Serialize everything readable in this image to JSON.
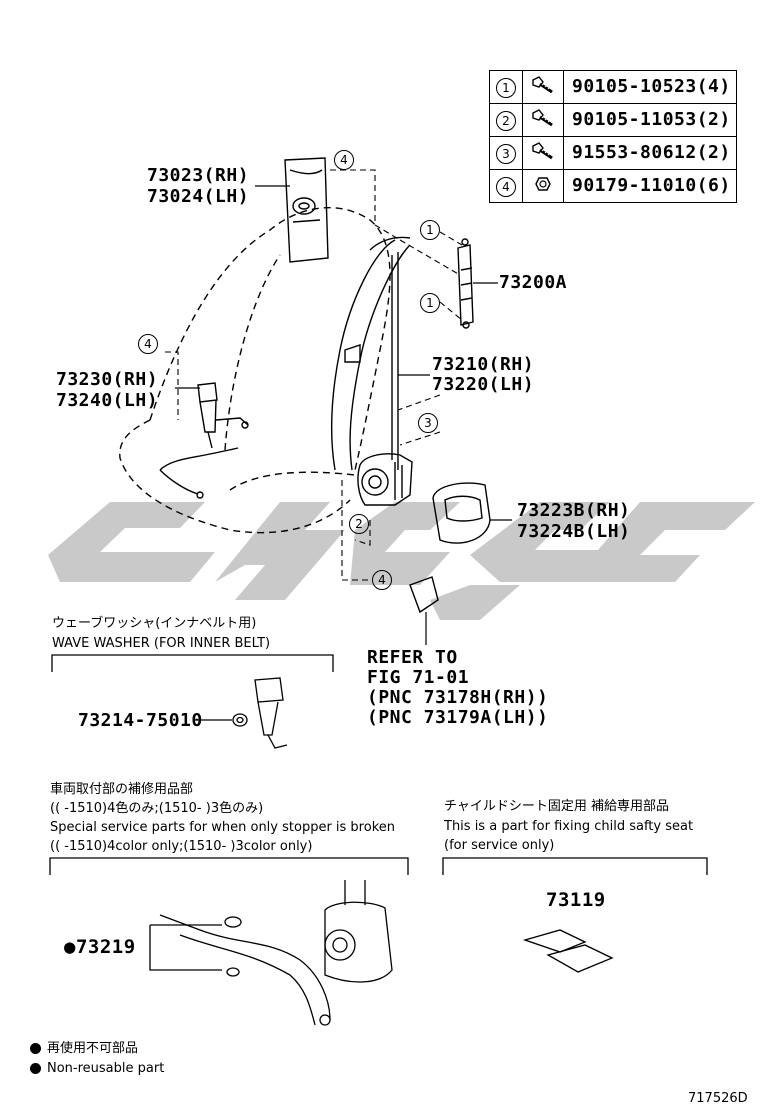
{
  "fastener_table": [
    {
      "ref": "1",
      "icon": "bolt-icon",
      "part": "90105-10523(4)"
    },
    {
      "ref": "2",
      "icon": "bolt-icon",
      "part": "90105-11053(2)"
    },
    {
      "ref": "3",
      "icon": "bolt-icon",
      "part": "91553-80612(2)"
    },
    {
      "ref": "4",
      "icon": "nut-icon",
      "part": "90179-11010(6)"
    }
  ],
  "labels": {
    "cover_rh": "73023(RH)",
    "cover_lh": "73024(LH)",
    "adjuster": "73200A",
    "belt_rh": "73210(RH)",
    "belt_lh": "73220(LH)",
    "buckle_rh": "73230(RH)",
    "buckle_lh": "73240(LH)",
    "retractor_cover_rh": "73223B(RH)",
    "retractor_cover_lh": "73224B(LH)"
  },
  "callouts": {
    "c4_top": "4",
    "c1_upper": "1",
    "c1_lower": "1",
    "c4_left": "4",
    "c3_right": "3",
    "c2_bottom": "2",
    "c4_bottom": "4"
  },
  "refer": {
    "line1": "REFER TO",
    "line2": "FIG 71-01",
    "line3": "(PNC 73178H(RH))",
    "line4": "(PNC 73179A(LH))"
  },
  "wave_washer": {
    "jp": "ウェーブワッシャ(インナベルト用)",
    "en": "WAVE WASHER (FOR INNER BELT)",
    "part": "73214-75010"
  },
  "service_parts": {
    "jp_title": "車両取付部の補修用品部",
    "jp_note": "((        -1510)4色のみ;(1510-        )3色のみ)",
    "en_title": "Special service parts for when only stopper is broken",
    "en_note": "((        -1510)4color only;(1510-        )3color only)",
    "part": "●73219"
  },
  "child_seat": {
    "jp": "チャイルドシート固定用  補給専用部品",
    "en1": "This is a part for fixing child safty seat",
    "en2": "(for service only)",
    "part": "73119"
  },
  "legend": {
    "jp": "再使用不可部品",
    "en": "Non-reusable part"
  },
  "figure_id": "717526D"
}
